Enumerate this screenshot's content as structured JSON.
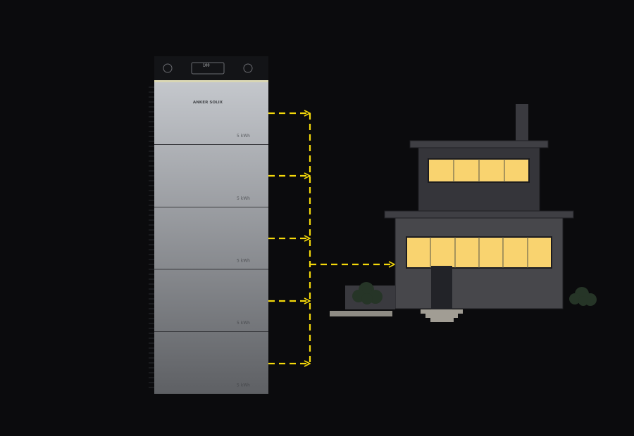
{
  "battery": {
    "display_value": "100",
    "brand": "ANKER SOLIX",
    "modules": [
      {
        "capacity": "5 kWh"
      },
      {
        "capacity": "5 kWh"
      },
      {
        "capacity": "5 kWh"
      },
      {
        "capacity": "5 kWh"
      },
      {
        "capacity": "5 kWh"
      }
    ]
  },
  "colors": {
    "background": "#0b0b0d",
    "flow_arrow": "#f5d90a",
    "window_light": "#f9d36f",
    "house_wall": "#47474b",
    "house_upper": "#35353a",
    "roof": "#3f3f44",
    "door": "#222328",
    "shrub": "#263527",
    "steps": "#a19d94"
  },
  "icons": {
    "battery": "battery-stack-icon",
    "house": "house-icon",
    "flow": "dashed-arrow-icon"
  }
}
